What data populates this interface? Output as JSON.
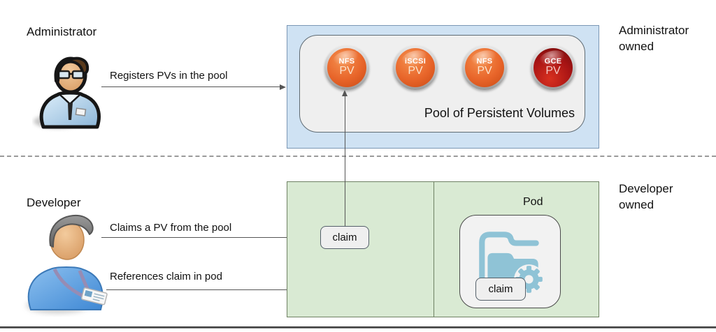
{
  "admin_section": {
    "actor_label": "Administrator",
    "owned_line1": "Administrator",
    "owned_line2": "owned",
    "register_arrow_label": "Registers PVs in the pool"
  },
  "pool": {
    "title": "Pool of Persistent Volumes",
    "volumes": [
      {
        "name": "NFS",
        "type": "PV",
        "theme": "orange"
      },
      {
        "name": "iSCSI",
        "type": "PV",
        "theme": "orange"
      },
      {
        "name": "NFS",
        "type": "PV",
        "theme": "orange"
      },
      {
        "name": "GCE",
        "type": "PV",
        "theme": "red"
      }
    ]
  },
  "dev_section": {
    "actor_label": "Developer",
    "owned_line1": "Developer",
    "owned_line2": "owned",
    "claims_arrow_label": "Claims a PV from the pool",
    "references_arrow_label": "References claim in pod",
    "claim_label_1": "claim",
    "claim_label_2": "claim",
    "pod_label": "Pod"
  },
  "colors": {
    "admin_zone_fill": "#cfe2f3",
    "admin_zone_border": "#7b97b5",
    "dev_zone_fill": "#d9ead3",
    "dev_zone_border": "#6f8163",
    "pool_fill": "#efefef",
    "pv_orange": "#e8652a",
    "pv_red": "#a81414",
    "ring_silver": "#c9c9c9",
    "arrow_gray": "#555555",
    "pod_icon_blue": "#8fc3d6"
  }
}
